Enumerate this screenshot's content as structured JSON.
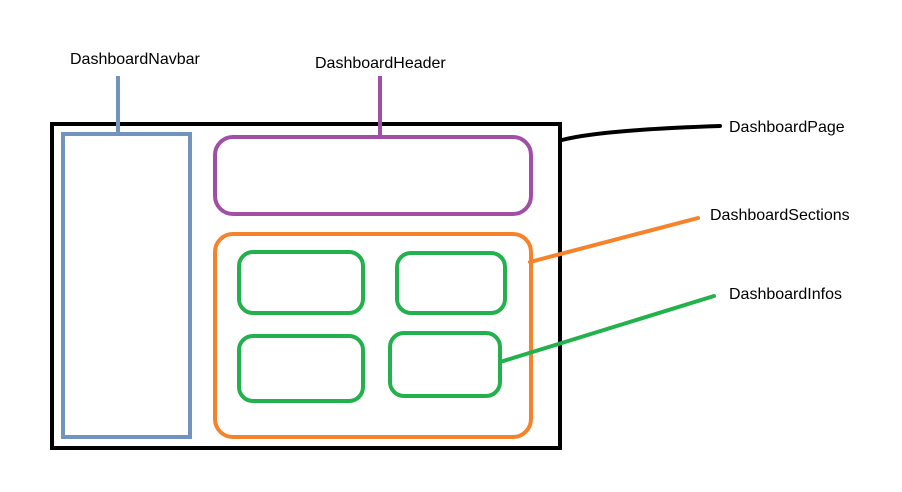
{
  "labels": {
    "navbar": "DashboardNavbar",
    "header": "DashboardHeader",
    "page": "DashboardPage",
    "sections": "DashboardSections",
    "infos": "DashboardInfos"
  },
  "colors": {
    "page": "#000000",
    "navbar": "#7193be",
    "header": "#a14ea8",
    "sections": "#f6822a",
    "infos": "#22b14c",
    "background": "#ffffff"
  }
}
